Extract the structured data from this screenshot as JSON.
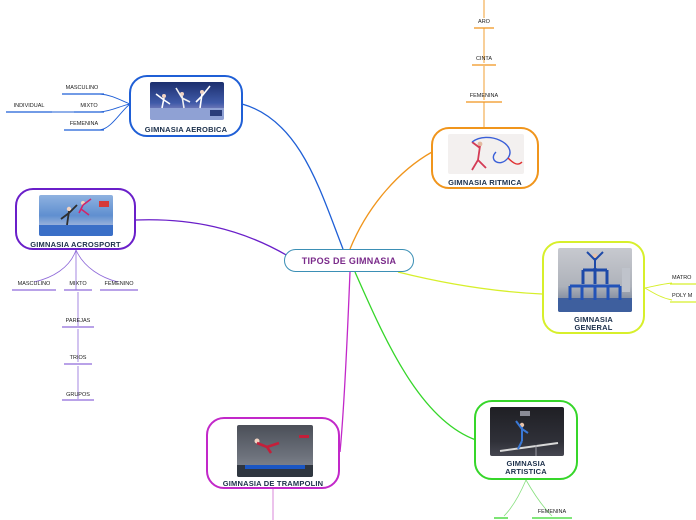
{
  "central": {
    "label": "TIPOS DE GIMNASIA"
  },
  "aerobica": {
    "title": "GIMNASIA AEROBICA",
    "color": "#1f5fd6",
    "leaves": [
      "MASCULINO",
      "MIXTO",
      "FEMENINA"
    ],
    "sub_leaf": "INDIVIDUAL"
  },
  "acrosport": {
    "title": "GIMNASIA ACROSPORT",
    "color": "#6a1fc9",
    "leaves": [
      "MASCULINO",
      "MIXTO",
      "FEMENINO"
    ],
    "mixto_children": [
      "PAREJAS",
      "TRIOS",
      "GRUPOS"
    ]
  },
  "trampolin": {
    "title": "GIMNASIA DE TRAMPOLIN",
    "color": "#c228c9"
  },
  "ritmica": {
    "title": "GIMNASIA RITMICA",
    "color": "#f0951c",
    "leaves": [
      "ARO",
      "CINTA",
      "FEMENINA"
    ]
  },
  "general": {
    "title_line1": "GIMNASIA",
    "title_line2": "GENERAL",
    "color": "#d7ef2b",
    "leaves": [
      "MATRO",
      "POLY M"
    ]
  },
  "artistica": {
    "title_line1": "GIMNASIA",
    "title_line2": "ARTISTICA",
    "color": "#36d62a",
    "leaves": [
      "FEMENINA"
    ]
  }
}
